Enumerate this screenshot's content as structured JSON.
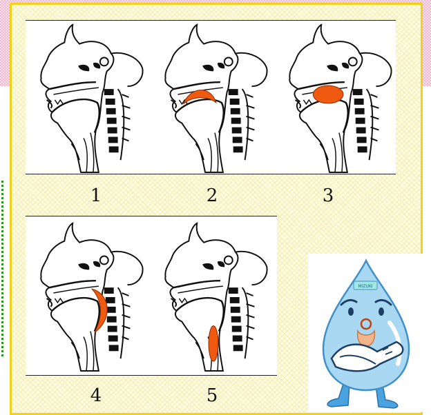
{
  "diagrams": [
    {
      "label": "1",
      "highlight": "none"
    },
    {
      "label": "2",
      "highlight": "soft-palate-arc"
    },
    {
      "label": "3",
      "highlight": "oval-upper"
    },
    {
      "label": "4",
      "highlight": "crescent-back"
    },
    {
      "label": "5",
      "highlight": "ellipse-throat"
    }
  ],
  "mascot": {
    "badge_text": "MIZUKI"
  },
  "colors": {
    "highlight": "#f05a10",
    "panel_border": "#f2d11c",
    "mascot_body": "#a9d8f2"
  }
}
